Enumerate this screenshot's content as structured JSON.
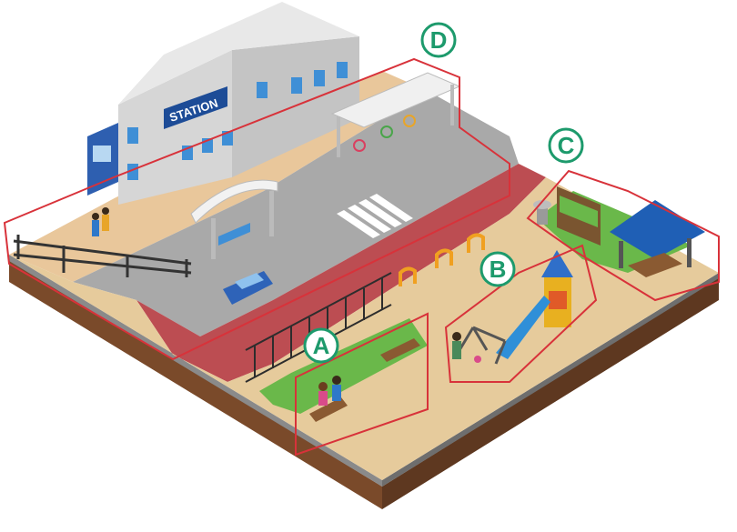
{
  "station": {
    "sign": "STATION"
  },
  "zones": [
    {
      "id": "A",
      "label": "A"
    },
    {
      "id": "B",
      "label": "B"
    },
    {
      "id": "C",
      "label": "C"
    },
    {
      "id": "D",
      "label": "D"
    }
  ],
  "colors": {
    "zone_outline": "#d8323a",
    "zone_badge": "#1d9a6c",
    "soil": "#7a4a2a",
    "sand": "#e8cfa0",
    "grass": "#6ab84a",
    "brick": "#b8454a",
    "road": "#9b9b9b",
    "building": "#dcdcdc",
    "window": "#3f8fd6",
    "car": "#2e63b8",
    "gazebo": "#1f5fb5",
    "slide": "#2f8fd8"
  }
}
